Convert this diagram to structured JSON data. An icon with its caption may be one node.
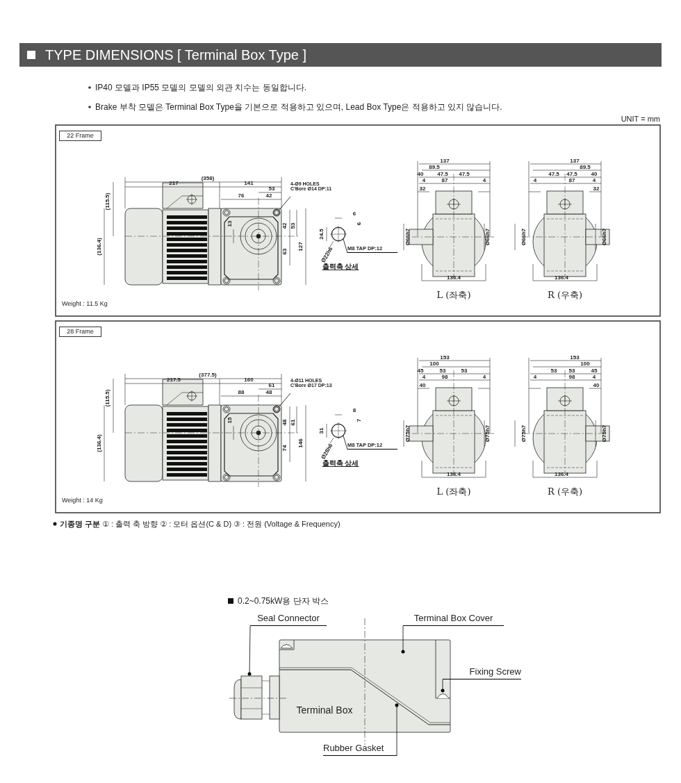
{
  "diagram": {
    "title": "TYPE DIMENSIONS [ Terminal Box Type ]",
    "nodes": [
      {
        "text": [
          "22 Frame"
        ]
      },
      {
        "text": [
          "4-Ø9 HOLES C'Bore Ø14 DP:11"
        ]
      },
      {
        "text": [
          "M8 TAP DP:12"
        ]
      },
      {
        "text": [
          "28 Frame"
        ]
      },
      {
        "text": [
          "4-Ø11 HOLES C'Bore Ø17 DP:13"
        ]
      },
      {
        "text": [
          "M8 TAP DP:12"
        ]
      },
      {
        "text": [
          "Seal Connector"
        ]
      },
      {
        "text": [
          "Terminal Box Cover"
        ]
      },
      {
        "text": [
          "Fixing Screw"
        ]
      },
      {
        "text": [
          "Rubber Gasket"
        ]
      },
      {
        "text": [],
        "shape": "circle"
      },
      {
        "text": [],
        "shape": "circle"
      },
      {
        "text": [],
        "shape": "circle"
      },
      {
        "text": [],
        "shape": "circle"
      }
    ],
    "edges": [
      {
        "from": 1,
        "to": 10,
        "arrow": "none"
      },
      {
        "from": 2,
        "to": 11,
        "arrow": "none"
      },
      {
        "from": 4,
        "to": 12,
        "arrow": "none"
      },
      {
        "from": 5,
        "to": 13,
        "arrow": "none"
      },
      {
        "from": 6,
        "to": null,
        "arrow": "other"
      },
      {
        "from": 7,
        "to": null,
        "arrow": "other"
      },
      {
        "from": 8,
        "to": null,
        "arrow": "other"
      },
      {
        "from": 9,
        "to": null,
        "arrow": "other"
      }
    ],
    "labels": [
      "IP40 모델과 IP55 모델의 모델의 외관 치수는 동일합니다.",
      "Brake 부착 모델은 Terminal Box Type을 기본으로 적용하고 있으며, Lead Box Type은 적용하고 있지 않습니다.",
      "UNIT = mm",
      "(358)",
      "217",
      "141",
      "53",
      "76",
      "42",
      "(115.5)",
      "(136.4)",
      "13",
      "42",
      "53",
      "63",
      "127",
      "6",
      "6",
      "24.5",
      "Ø22h6",
      "출력축 상세",
      "137",
      "89.5",
      "40",
      "47.5",
      "47.5",
      "4",
      "87",
      "4",
      "32",
      "Ø66h7",
      "Ø66h7",
      "136.4",
      "L (좌축)",
      "137",
      "89.5",
      "47.5",
      "47.5",
      "40",
      "4",
      "87",
      "4",
      "32",
      "Ø66h7",
      "Ø66h7",
      "136.4",
      "R (우축)",
      "Weight : 11.5 Kg",
      "(377.5)",
      "217.5",
      "160",
      "61",
      "88",
      "48",
      "(115.5)",
      "(136.4)",
      "15",
      "48",
      "61",
      "74",
      "146",
      "8",
      "7",
      "31",
      "Ø28h6",
      "출력축 상세",
      "153",
      "100",
      "45",
      "53",
      "53",
      "4",
      "98",
      "4",
      "40",
      "Ø75h7",
      "Ø75h7",
      "136.4",
      "L (좌축)",
      "153",
      "100",
      "53",
      "53",
      "45",
      "4",
      "98",
      "4",
      "40",
      "Ø75h7",
      "Ø75h7",
      "136.4",
      "R (우축)",
      "Weight : 14 Kg",
      "**기종명 구분**  ① : 출력 축 방향  ② : 모터 옵션(C & D)  ③ : 전원 (Voltage & Frequency)",
      "0.2~0.75kW용 단자 박스",
      "Terminal Box"
    ]
  }
}
